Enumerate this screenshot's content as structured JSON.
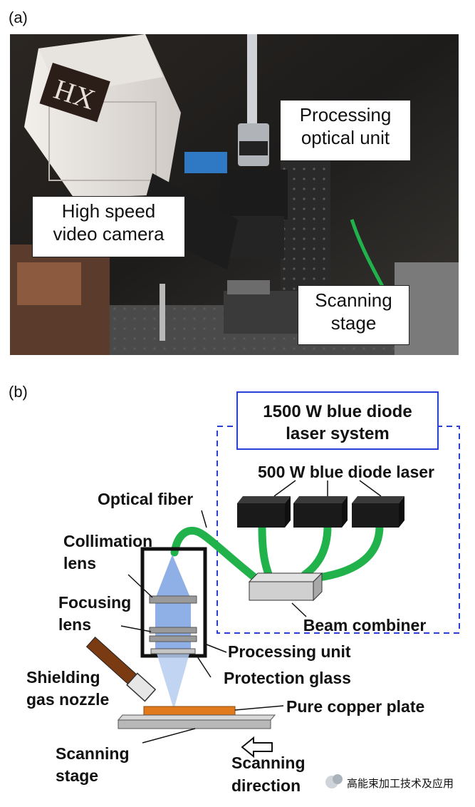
{
  "panel_a": {
    "label": "(a)",
    "camera_brand": "HX",
    "callouts": {
      "processing_optical_unit": [
        "Processing",
        "optical unit"
      ],
      "high_speed_camera": [
        "High speed",
        "video camera"
      ],
      "scanning_stage": [
        "Scanning",
        "stage"
      ]
    }
  },
  "panel_b": {
    "label": "(b)",
    "system_title": [
      "1500 W blue diode",
      "laser system"
    ],
    "diode_laser": "500 W blue diode laser",
    "optical_fiber": "Optical fiber",
    "collimation_lens": [
      "Collimation",
      "lens"
    ],
    "focusing_lens": [
      "Focusing",
      "lens"
    ],
    "beam_combiner": "Beam combiner",
    "processing_unit": "Processing unit",
    "protection_glass": "Protection glass",
    "shielding_gas_nozzle": [
      "Shielding",
      "gas nozzle"
    ],
    "pure_copper_plate": "Pure copper plate",
    "scanning_stage": [
      "Scanning",
      "stage"
    ],
    "scanning_direction": [
      "Scanning",
      "direction"
    ]
  },
  "watermark": "高能束加工技术及应用",
  "colors": {
    "system_border": "#2a3fd6",
    "fiber_green": "#22b24c",
    "beam_blue": "#8fb0e6",
    "laser_box": "#1a1a1a",
    "copper": "#e07a1c",
    "stage_gray": "#b8b8b8"
  }
}
